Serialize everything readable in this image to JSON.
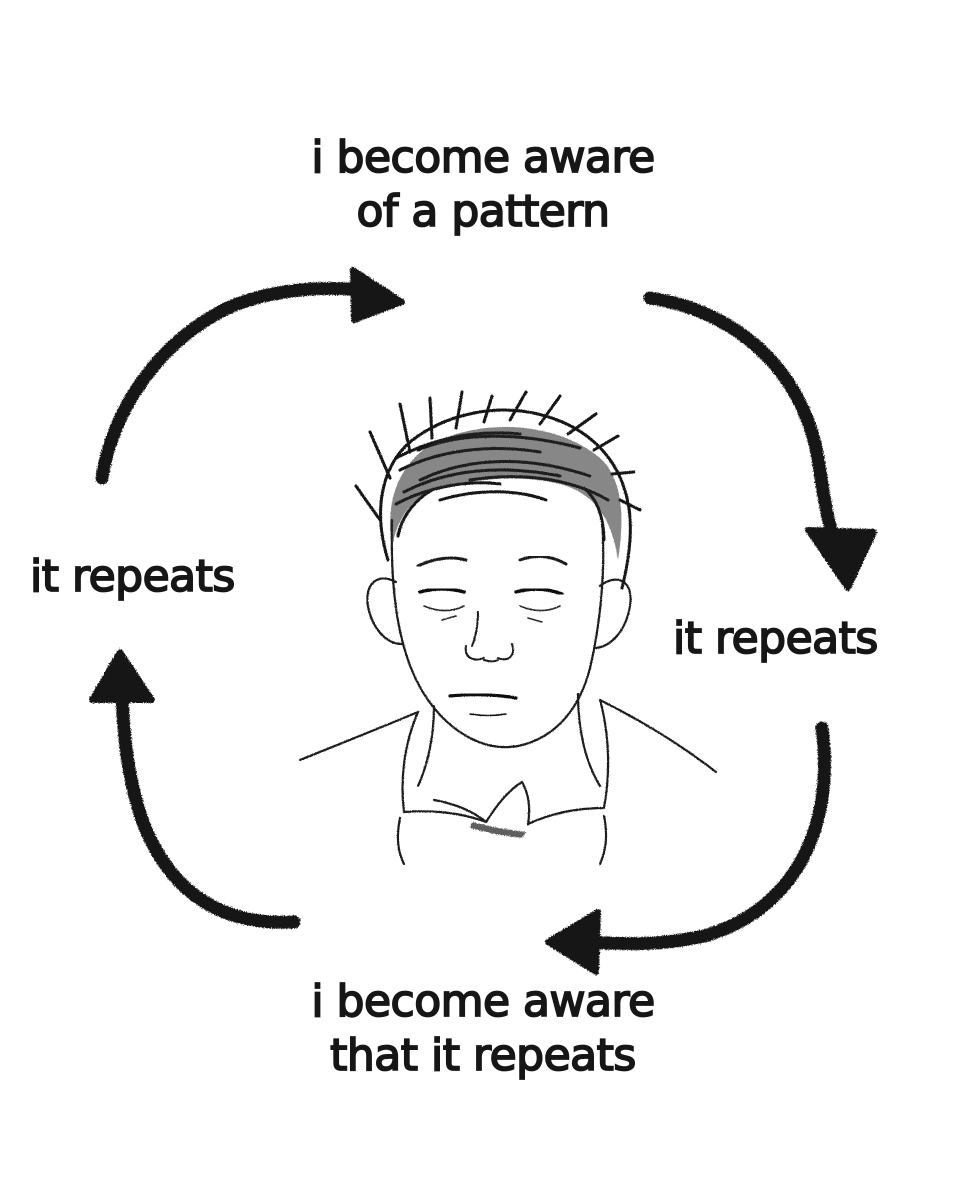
{
  "diagram": {
    "top_label": [
      "i become aware",
      "of a pattern"
    ],
    "right_label": "it repeats",
    "bottom_label": [
      "i become aware",
      "that it repeats"
    ],
    "left_label": "it repeats",
    "ink_color": "#161616",
    "background_color": "#ffffff",
    "center_figure": "tired-man-portrait"
  }
}
